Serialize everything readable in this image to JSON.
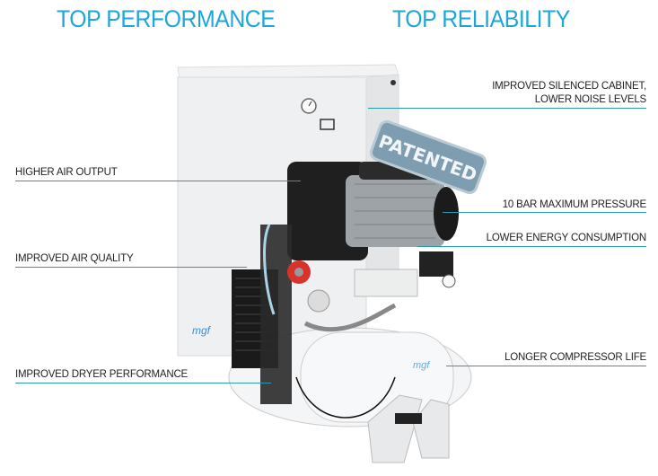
{
  "headlines": {
    "left": "TOP PERFORMANCE",
    "right": "TOP RELIABILITY"
  },
  "features_left": [
    "HIGHER AIR OUTPUT",
    "IMPROVED AIR QUALITY",
    "IMPROVED DRYER PERFORMANCE"
  ],
  "features_right": [
    "IMPROVED SILENCED CABINET,",
    "LOWER NOISE LEVELS",
    "10 BAR MAXIMUM PRESSURE",
    "LOWER ENERGY CONSUMPTION",
    "LONGER COMPRESSOR LIFE"
  ],
  "stamp": "PATENTED",
  "brand_logo": "mgf",
  "colors": {
    "accent": "#1ea6d8",
    "line": "#2a9ab5",
    "stamp": "#6f93a8"
  }
}
